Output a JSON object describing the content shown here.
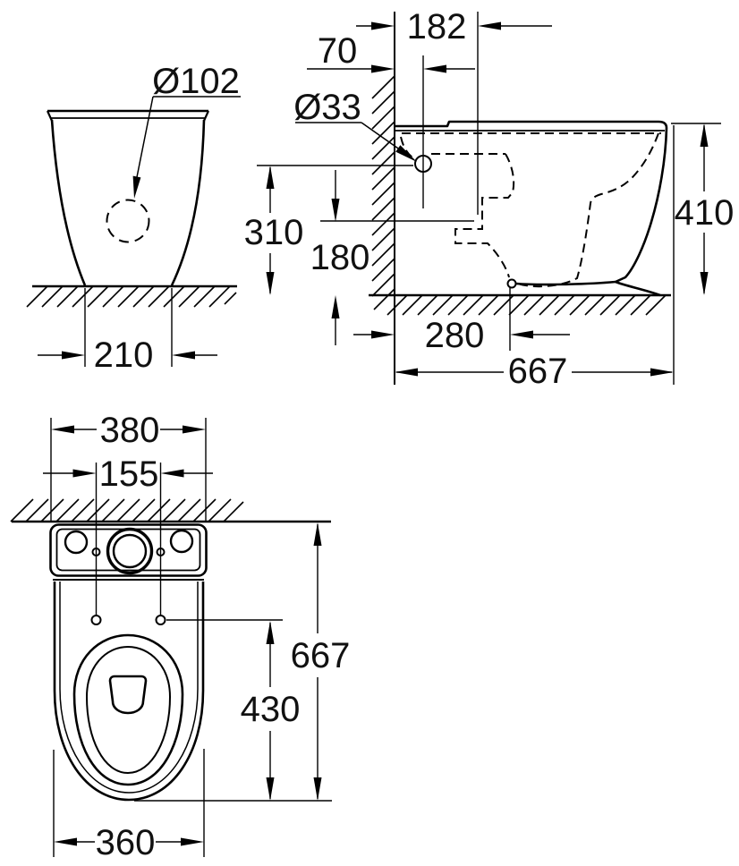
{
  "drawing": {
    "description": "Technical dimension drawing, floor-standing close-coupled WC, three orthographic views",
    "background_color": "#ffffff",
    "line_color": "#000000",
    "views": {
      "front": {
        "name": "front view",
        "labels": {
          "outlet_diameter": "Ø102",
          "base_width": "210"
        }
      },
      "side": {
        "name": "side view",
        "labels": {
          "rim_depth": "182",
          "inlet_wall_offset": "70",
          "inlet_diameter": "Ø33",
          "inlet_height": "310",
          "outlet_height": "180",
          "total_height": "410",
          "outlet_wall_offset": "280",
          "total_depth": "667"
        }
      },
      "plan": {
        "name": "top view",
        "labels": {
          "cistern_width": "380",
          "fixing_holes_spacing": "155",
          "total_depth": "667",
          "holes_to_front": "430",
          "bowl_width": "360"
        }
      }
    }
  }
}
